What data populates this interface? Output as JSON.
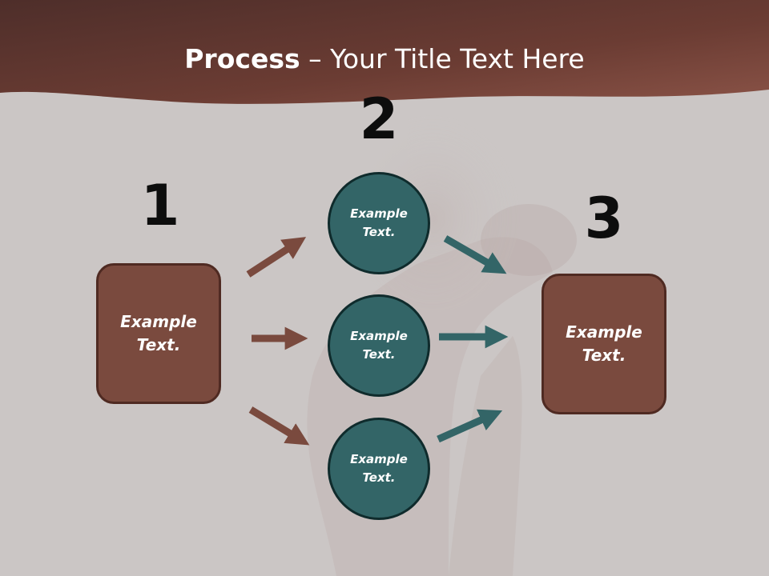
{
  "title": {
    "bold": "Process",
    "rest": " – Your Title Text Here"
  },
  "steps": {
    "one": "1",
    "two": "2",
    "three": "3"
  },
  "left_box": {
    "text": "Example\nText."
  },
  "circles": [
    {
      "text": "Example\nText."
    },
    {
      "text": "Example\nText."
    },
    {
      "text": "Example\nText."
    }
  ],
  "right_box": {
    "text": "Example\nText."
  },
  "colors": {
    "header": "#6e3d34",
    "background": "#cbc6c5",
    "box_fill": "#7a4a3e",
    "circle_fill": "#336567",
    "left_arrows": "#7a4a3e",
    "right_arrows": "#336567"
  }
}
